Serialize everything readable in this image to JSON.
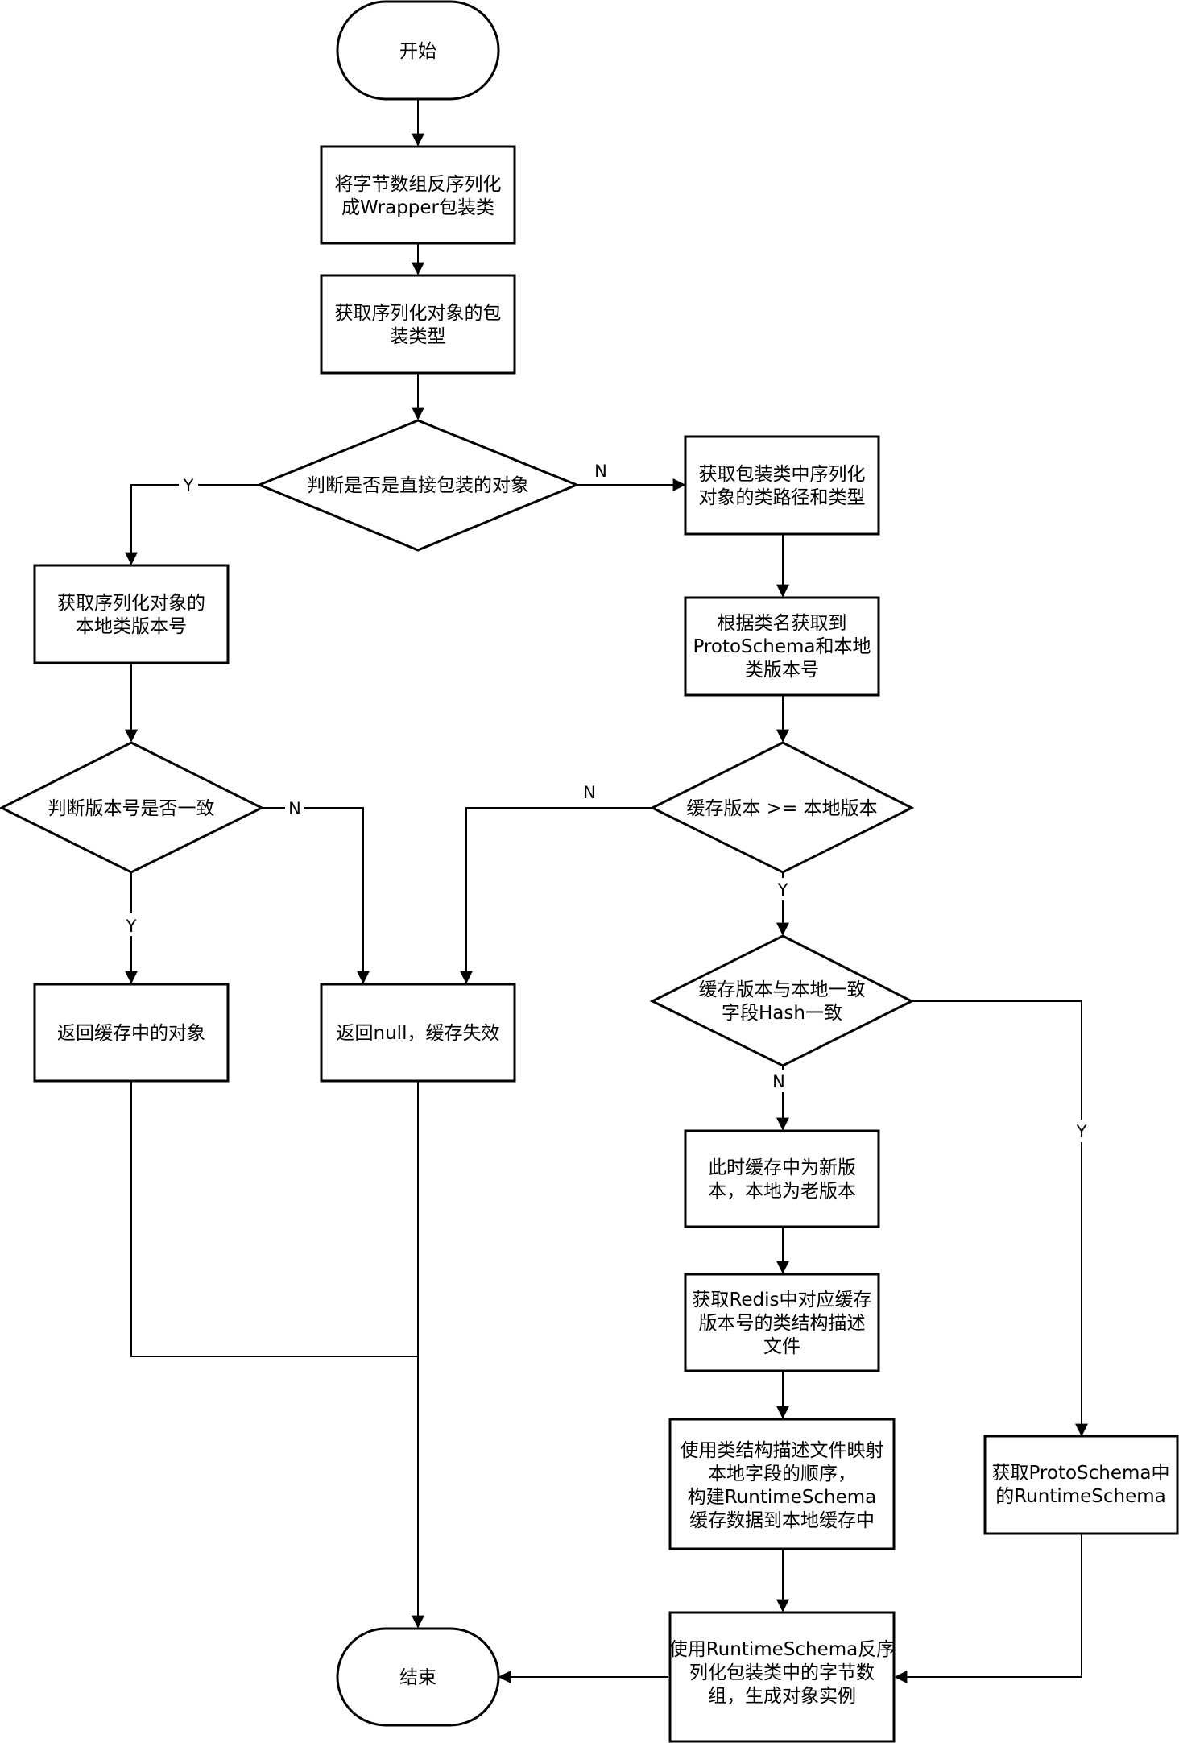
{
  "nodes": {
    "start": "开始",
    "deserialize_wrapper": [
      "将字节数组反序列化",
      "成Wrapper包装类"
    ],
    "get_wrapper_type": [
      "获取序列化对象的包",
      "装类型"
    ],
    "is_direct_wrap": "判断是否是直接包装的对象",
    "get_local_version": [
      "获取序列化对象的",
      "本地类版本号"
    ],
    "version_equal": "判断版本号是否一致",
    "return_cached": "返回缓存中的对象",
    "return_null": "返回null，缓存失效",
    "end": "结束",
    "get_class_path": [
      "获取包装类中序列化",
      "对象的类路径和类型"
    ],
    "get_schema": [
      "根据类名获取到",
      "ProtoSchema和本地",
      "类版本号"
    ],
    "cache_ge_local": "缓存版本 >= 本地版本",
    "cache_equal_hash": [
      "缓存版本与本地一致",
      "字段Hash一致"
    ],
    "cache_newer": [
      "此时缓存中为新版",
      "本，本地为老版本"
    ],
    "get_redis_desc": [
      "获取Redis中对应缓存",
      "版本号的类结构描述",
      "文件"
    ],
    "build_runtime_schema": [
      "使用类结构描述文件映射",
      "本地字段的顺序，",
      "构建RuntimeSchema",
      "缓存数据到本地缓存中"
    ],
    "get_runtime_schema": [
      "获取ProtoSchema中",
      "的RuntimeSchema"
    ],
    "deserialize_bytes": [
      "使用RuntimeSchema反序",
      "列化包装类中的字节数",
      "组，生成对象实例"
    ]
  },
  "edge_labels": {
    "direct_yes": "Y",
    "direct_no": "N",
    "version_no": "N",
    "version_yes": "Y",
    "cache_ge_no": "N",
    "cache_ge_yes": "Y",
    "hash_no": "N",
    "hash_yes": "Y"
  }
}
